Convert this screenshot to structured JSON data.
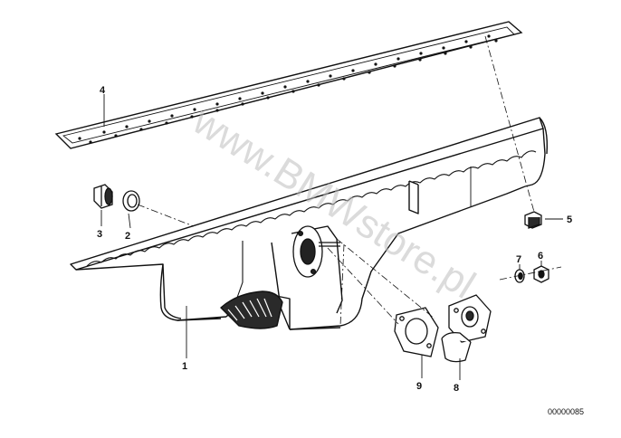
{
  "diagram": {
    "document_number": "00000085",
    "watermark_text": "www.BMWstore.pl",
    "callouts": [
      {
        "id": "1",
        "label": "1"
      },
      {
        "id": "2",
        "label": "2"
      },
      {
        "id": "3",
        "label": "3"
      },
      {
        "id": "4",
        "label": "4"
      },
      {
        "id": "5",
        "label": "5"
      },
      {
        "id": "6",
        "label": "6"
      },
      {
        "id": "7",
        "label": "7"
      },
      {
        "id": "8",
        "label": "8"
      },
      {
        "id": "9",
        "label": "9"
      }
    ]
  },
  "colors": {
    "line": "#111111",
    "shade": "#2a2a2a",
    "watermark": "#bdbdbd",
    "background": "#ffffff"
  }
}
